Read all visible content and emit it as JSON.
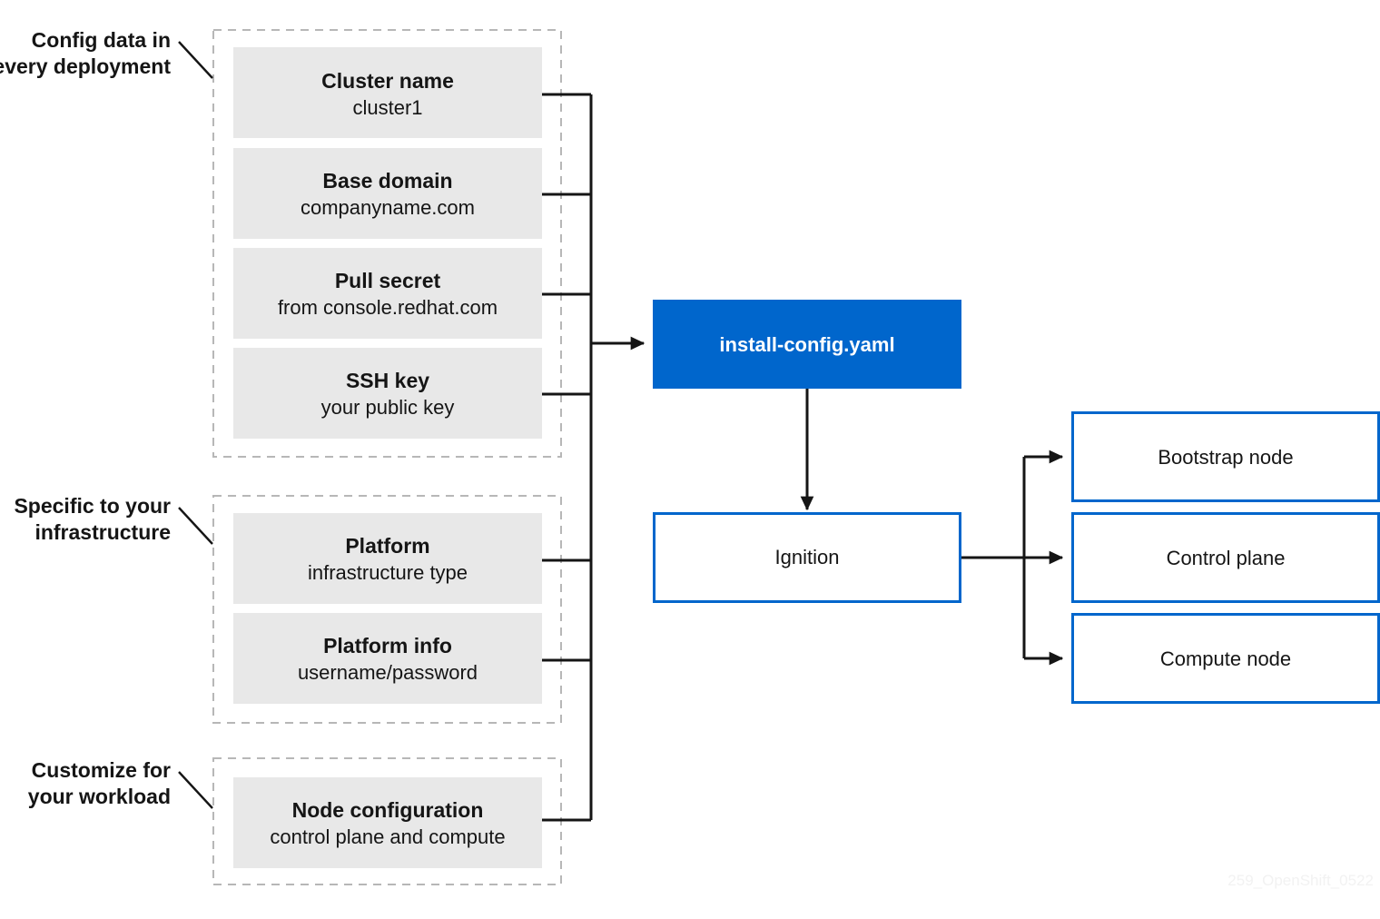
{
  "diagram": {
    "title_watermark": "259_OpenShift_0522",
    "colors": {
      "brand_blue": "#0066cc",
      "gray_box": "#e8e8e8",
      "dash_border": "#b7b7b7",
      "text": "#151515",
      "watermark": "#f2f2f2"
    },
    "groups": [
      {
        "id": "group-every-deployment",
        "label_line1": "Config data in",
        "label_line2": "every deployment",
        "items": [
          {
            "title": "Cluster name",
            "subtitle": "cluster1"
          },
          {
            "title": "Base domain",
            "subtitle": "companyname.com"
          },
          {
            "title": "Pull secret",
            "subtitle": "from console.redhat.com"
          },
          {
            "title": "SSH key",
            "subtitle": "your public key"
          }
        ]
      },
      {
        "id": "group-infrastructure",
        "label_line1": "Specific to your",
        "label_line2": "infrastructure",
        "items": [
          {
            "title": "Platform",
            "subtitle": "infrastructure type"
          },
          {
            "title": "Platform info",
            "subtitle": "username/password"
          }
        ]
      },
      {
        "id": "group-workload",
        "label_line1": "Customize for",
        "label_line2": "your workload",
        "items": [
          {
            "title": "Node configuration",
            "subtitle": "control plane and compute"
          }
        ]
      }
    ],
    "install_config": {
      "label": "install-config.yaml"
    },
    "ignition": {
      "label": "Ignition"
    },
    "outputs": [
      {
        "label": "Bootstrap node"
      },
      {
        "label": "Control plane"
      },
      {
        "label": "Compute node"
      }
    ]
  }
}
